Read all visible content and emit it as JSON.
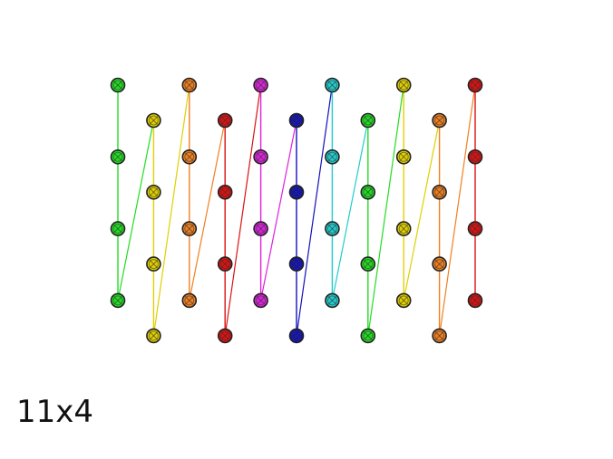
{
  "caption": "11x4",
  "pattern": {
    "columns": 11,
    "rows": 4,
    "corners_marked": true,
    "column_colors": [
      "#22dd22",
      "#e0d000",
      "#f08020",
      "#dd1111",
      "#dd22dd",
      "#1111bb",
      "#22cccc",
      "#22dd22",
      "#e0d000",
      "#f08020",
      "#dd1111"
    ],
    "marker_style": "circle-with-x",
    "marker_outline": "#222222"
  }
}
